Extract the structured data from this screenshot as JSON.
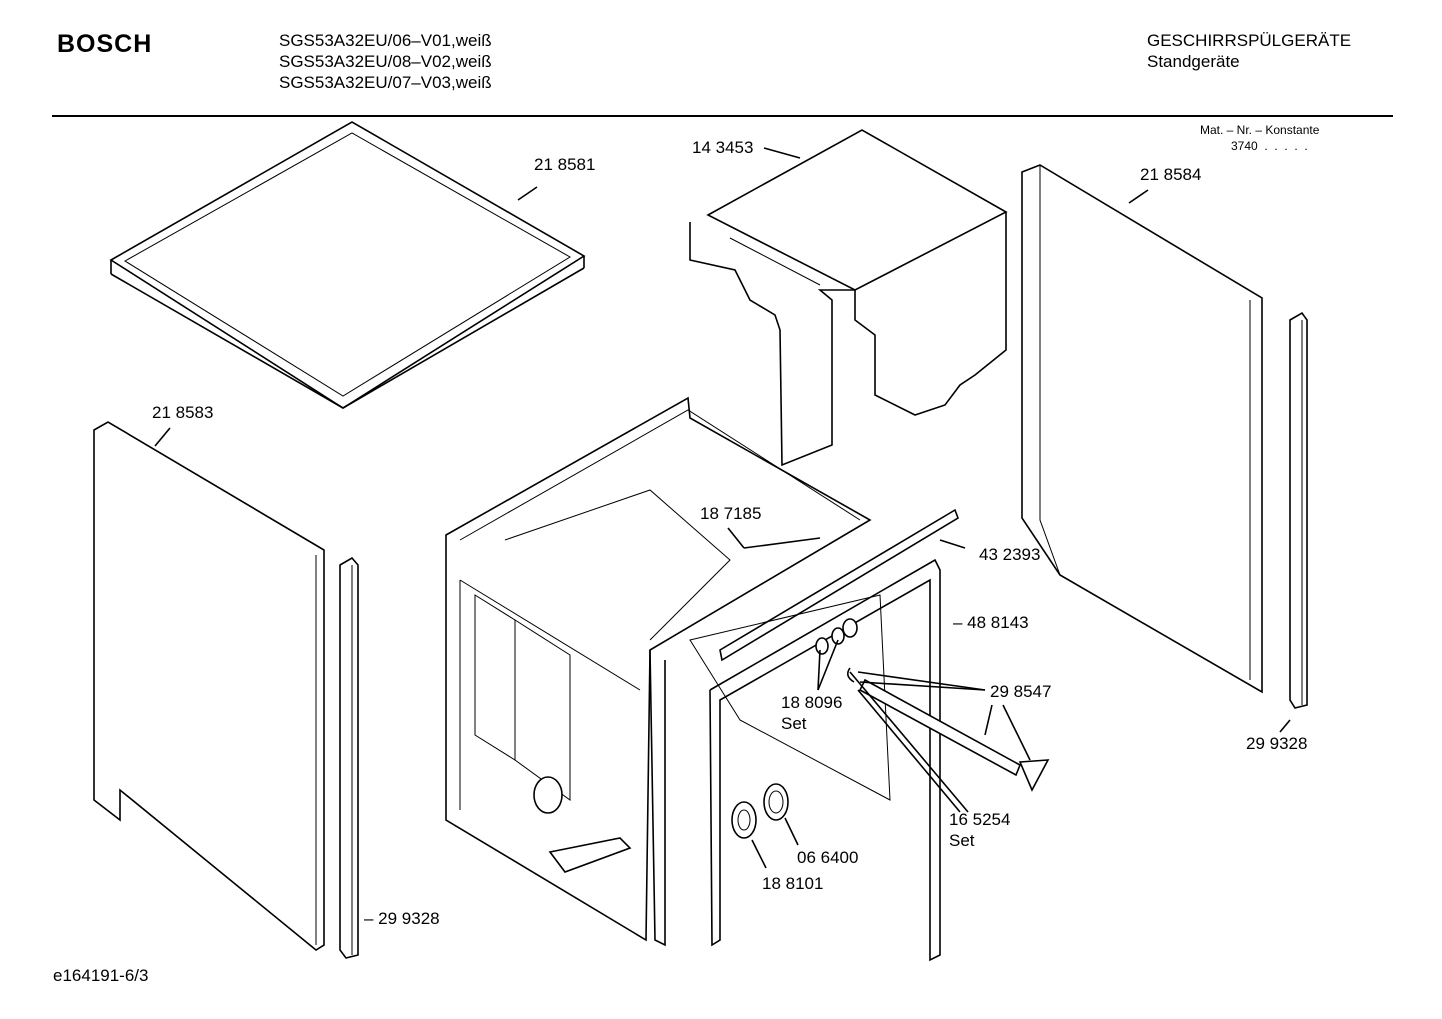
{
  "header": {
    "brand": "BOSCH",
    "models": [
      "SGS53A32EU/06–V01,weiß",
      "SGS53A32EU/08–V02,weiß",
      "SGS53A32EU/07–V03,weiß"
    ],
    "category": "GESCHIRRSPÜLGERÄTE",
    "subcategory": "Standgeräte"
  },
  "mat_nr": {
    "label": "Mat. – Nr. – Konstante",
    "value": "3740  .  .  .  .  ."
  },
  "parts": {
    "p218581": "21 8581",
    "p143453": "14 3453",
    "p218584": "21 8584",
    "p218583": "21 8583",
    "p187185": "18 7185",
    "p432393": "43 2393",
    "p488143": "– 48 8143",
    "p298547": "29 8547",
    "p188096": "18 8096",
    "p188096_set": "Set",
    "p299328_right": "29 9328",
    "p165254": "16 5254",
    "p165254_set": "Set",
    "p066400": "06 6400",
    "p188101": "18 8101",
    "p299328_left": "– 29 9328"
  },
  "footer": {
    "drawing_id": "e164191-6/3"
  }
}
